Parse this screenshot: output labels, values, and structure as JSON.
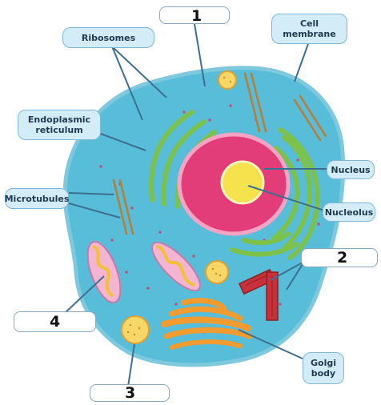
{
  "labels": {
    "ribosomes": "Ribosomes",
    "cell_membrane_line1": "Cell",
    "cell_membrane_line2": "membrane",
    "er_line1": "Endoplasmic",
    "er_line2": "reticulum",
    "nucleus": "Nucleus",
    "nucleolus": "Nucleolus",
    "microtubules": "Microtubules",
    "golgi_line1": "Golgi",
    "golgi_line2": "body"
  },
  "blanks": {
    "b1": "1",
    "b2": "2",
    "b3": "3",
    "b4": "4"
  },
  "colors": {
    "cytoplasm": "#57bdd8",
    "membrane": "#7fc9de",
    "nucleus": "#e23d79",
    "nucleolus": "#f6e24c",
    "er": "#7cc24a",
    "golgi": "#f29b2e",
    "mitochondria": "#f4b5d2",
    "centriole": "#c8303a",
    "label_fill": "#d4ecf7",
    "leader": "#3d6f90"
  }
}
